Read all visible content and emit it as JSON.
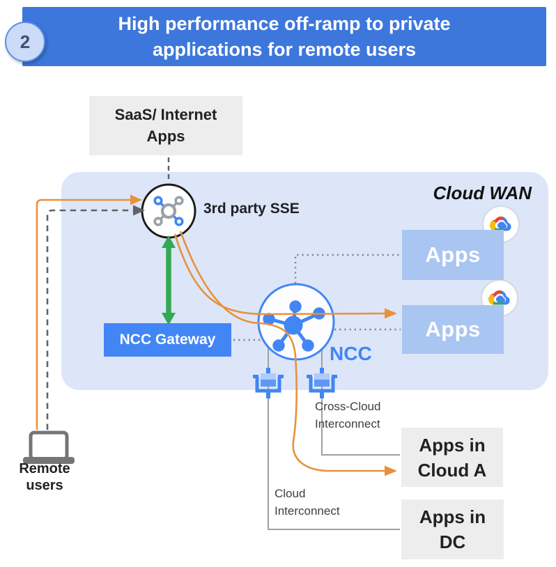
{
  "header": {
    "badge": "2",
    "title_line1": "High performance off-ramp to private",
    "title_line2": "applications for remote users"
  },
  "nodes": {
    "saas": {
      "line1": "SaaS/ Internet",
      "line2": "Apps"
    },
    "sse_label": "3rd party SSE",
    "cloud_wan_label": "Cloud WAN",
    "apps1": "Apps",
    "apps2": "Apps",
    "ncc_gateway": "NCC Gateway",
    "ncc_label": "NCC",
    "apps_cloud_a": {
      "line1": "Apps in",
      "line2": "Cloud A"
    },
    "apps_dc": {
      "line1": "Apps in",
      "line2": "DC"
    },
    "remote_users": {
      "line1": "Remote",
      "line2": "users"
    },
    "cross_cloud_interconnect": {
      "line1": "Cross-Cloud",
      "line2": "Interconnect"
    },
    "cloud_interconnect": {
      "line1": "Cloud",
      "line2": "Interconnect"
    }
  },
  "icons": {
    "sse": "hub-network-icon",
    "ncc": "hub-spoke-icon",
    "interconnect": "cloud-interconnect-icon",
    "gcp_badge": "google-cloud-logo",
    "remote": "laptop-icon"
  },
  "colors": {
    "banner": "#3D77DC",
    "badge-fill": "#CBDBF8",
    "badge-border": "#5C8EE8",
    "badge-text": "#3E5170",
    "region": "#DCE6F8",
    "apps-box": "#A9C5F2",
    "gateway": "#4285F4",
    "blue": "#4285F4",
    "orange": "#E8913C",
    "green": "#34A853",
    "gray-box": "#EDEDED",
    "text-dark": "#202124",
    "label-gray": "#3C4043",
    "line-gray": "#9AA0A6",
    "dash-gray": "#5F6368",
    "dot-gray": "#80868B",
    "laptop-gray": "#757575"
  }
}
